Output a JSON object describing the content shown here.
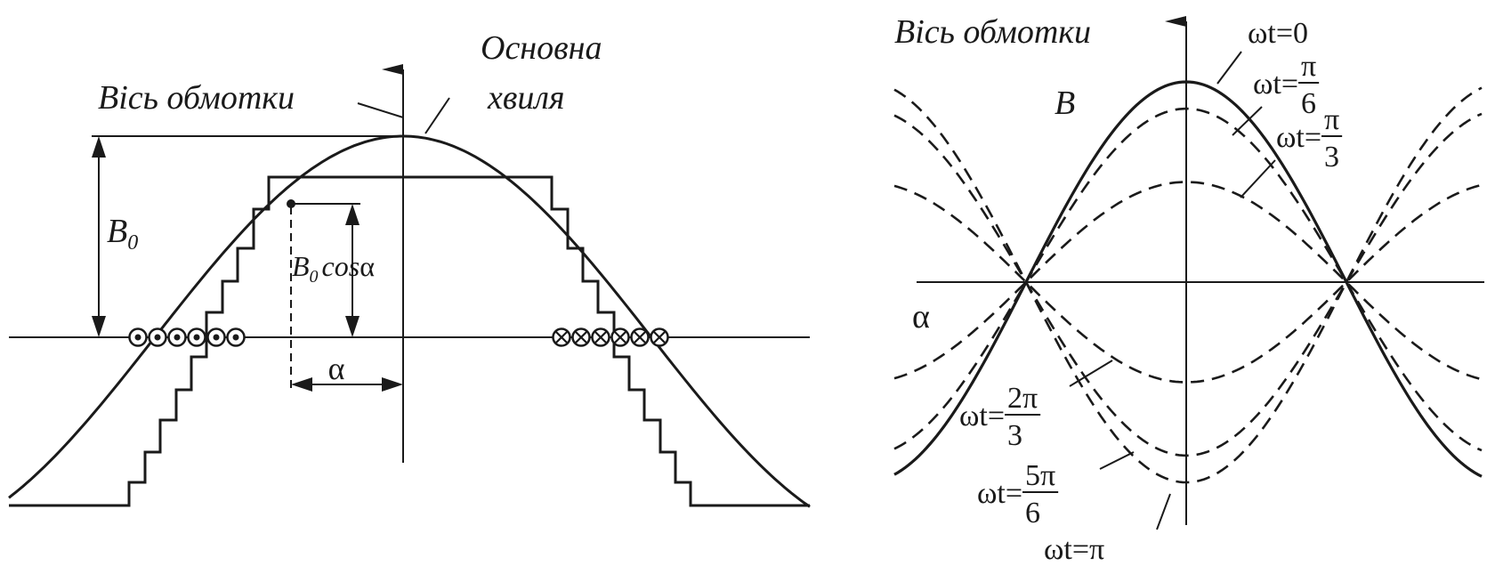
{
  "left": {
    "axis_label": "Вісь обмотки",
    "wave_label_line1": "Основна",
    "wave_label_line2": "хвиля",
    "amplitude_label": "B",
    "amplitude_sub": "0",
    "value_label_main": "B",
    "value_label_sub": "0",
    "value_label_func": "cos",
    "value_label_greek": "α",
    "angle_label": "α",
    "conductors_out_count": 6,
    "conductors_in_count": 6
  },
  "right": {
    "axis_label": "Вісь обмотки",
    "field_label": "B",
    "angle_label": "α",
    "curves": [
      {
        "phase": 0,
        "prefix": "ωt=",
        "num": "0",
        "den": "",
        "style": "solid"
      },
      {
        "phase": 0.5236,
        "prefix": "ωt=",
        "num": "π",
        "den": "6",
        "style": "dashed"
      },
      {
        "phase": 1.0472,
        "prefix": "ωt=",
        "num": "π",
        "den": "3",
        "style": "dashed"
      },
      {
        "phase": 2.0944,
        "prefix": "ωt=",
        "num": "2π",
        "den": "3",
        "style": "dashed"
      },
      {
        "phase": 2.618,
        "prefix": "ωt=",
        "num": "5π",
        "den": "6",
        "style": "dashed"
      },
      {
        "phase": 3.1416,
        "prefix": "ωt=",
        "num": "π",
        "den": "",
        "style": "dashed"
      }
    ]
  },
  "colors": {
    "ink": "#1a1a1a",
    "background": "#ffffff"
  }
}
